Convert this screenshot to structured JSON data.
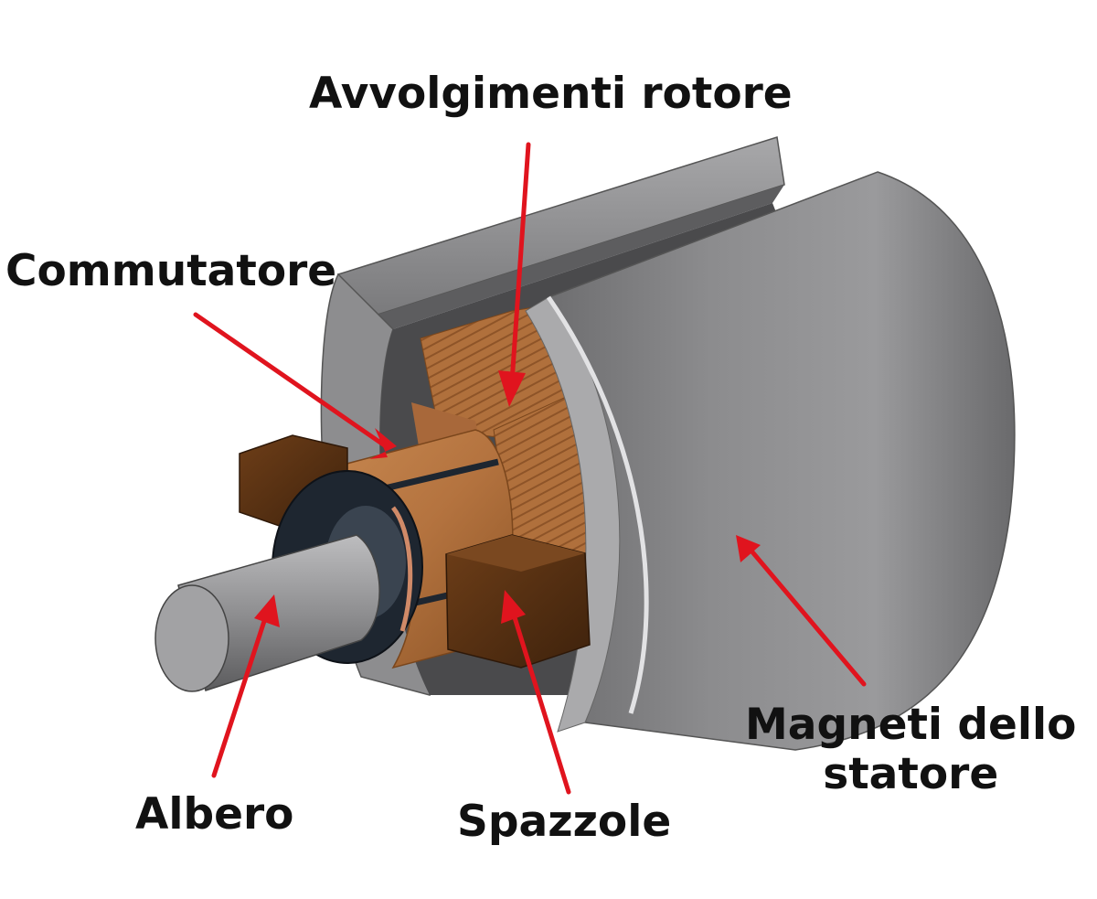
{
  "labels": {
    "rotor_windings": "Avvolgimenti rotore",
    "commutator": "Commutatore",
    "shaft": "Albero",
    "brushes": "Spazzole",
    "stator_magnets_line1": "Magneti dello",
    "stator_magnets_line2": "statore"
  },
  "colors": {
    "arrow": "#e0141e",
    "housing": "#8a8a8c",
    "copper": "#b4733f",
    "brush": "#5a3214",
    "shaft": "#9b9b9d",
    "ring": "#1e2630"
  }
}
